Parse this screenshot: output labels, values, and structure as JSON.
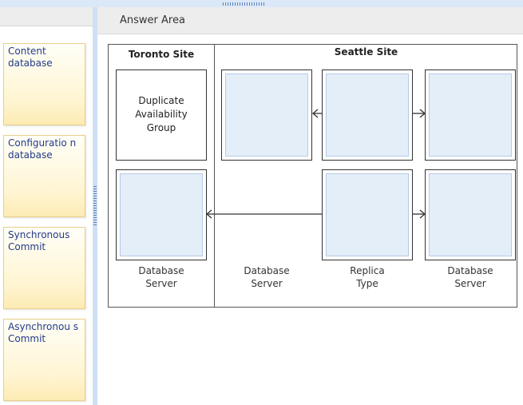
{
  "answer_area": {
    "title": "Answer Area"
  },
  "drag_items": [
    {
      "label": "Content database"
    },
    {
      "label": "Configuratio n database"
    },
    {
      "label": "Synchronous Commit"
    },
    {
      "label": "Asynchronou s Commit"
    }
  ],
  "diagram": {
    "toronto_site": "Toronto Site",
    "seattle_site": "Seattle Site",
    "duplicate_box": {
      "line1": "Duplicate",
      "line2": "Availability",
      "line3": "Group"
    },
    "labels": [
      {
        "line1": "Database",
        "line2": "Server"
      },
      {
        "line1": "Database",
        "line2": "Server"
      },
      {
        "line1": "Replica",
        "line2": "Type"
      },
      {
        "line1": "Database",
        "line2": "Server"
      }
    ]
  },
  "colors": {
    "slot_fill": "#e4eef9",
    "drag_item_fill": "#fff5d2",
    "splitter": "#cfe0f5"
  }
}
